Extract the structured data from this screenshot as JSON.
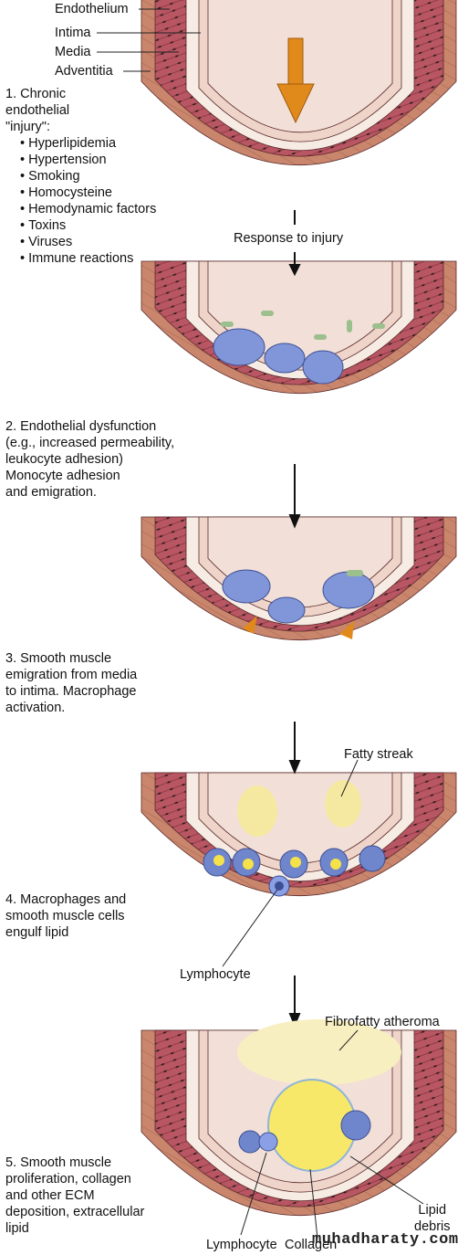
{
  "layers": {
    "endothelium": "Endothelium",
    "intima": "Intima",
    "media": "Media",
    "adventitia": "Adventitia"
  },
  "steps": [
    {
      "label": "1. Chronic\nendothelial\n\"injury\":",
      "bullets": [
        "Hyperlipidemia",
        "Hypertension",
        "Smoking",
        "Homocysteine",
        "Hemodynamic factors",
        "Toxins",
        "Viruses",
        "Immune reactions"
      ]
    },
    {
      "label": "2. Endothelial dysfunction\n(e.g., increased permeability,\nleukocyte adhesion)\nMonocyte adhesion\nand emigration."
    },
    {
      "label": "3. Smooth muscle\nemigration from media\nto intima.  Macrophage\nactivation."
    },
    {
      "label": "4. Macrophages and\nsmooth muscle cells\nengulf lipid"
    },
    {
      "label": "5. Smooth muscle\nproliferation, collagen\nand other ECM\ndeposition, extracellular\nlipid"
    }
  ],
  "annotations": {
    "response_to_injury": "Response to injury",
    "fatty_streak": "Fatty streak",
    "lymphocyte_4": "Lymphocyte",
    "fibrofatty_atheroma": "Fibrofatty atheroma",
    "lipid_debris": "Lipid\ndebris",
    "lymphocyte_5": "Lymphocyte",
    "collagen": "Collagen"
  },
  "watermark": "muhadharaty.com",
  "colors": {
    "adventitia": "#c8826a",
    "media": "#b5505a",
    "intima": "#f6ece4",
    "endothelium": "#efd4c9",
    "lumen": "#f2e0d8",
    "arrow": "#e08a1c",
    "monocyte": "#7f93d6",
    "lipid": "#f5e24a",
    "leukocyte": "#9cbf8e"
  }
}
